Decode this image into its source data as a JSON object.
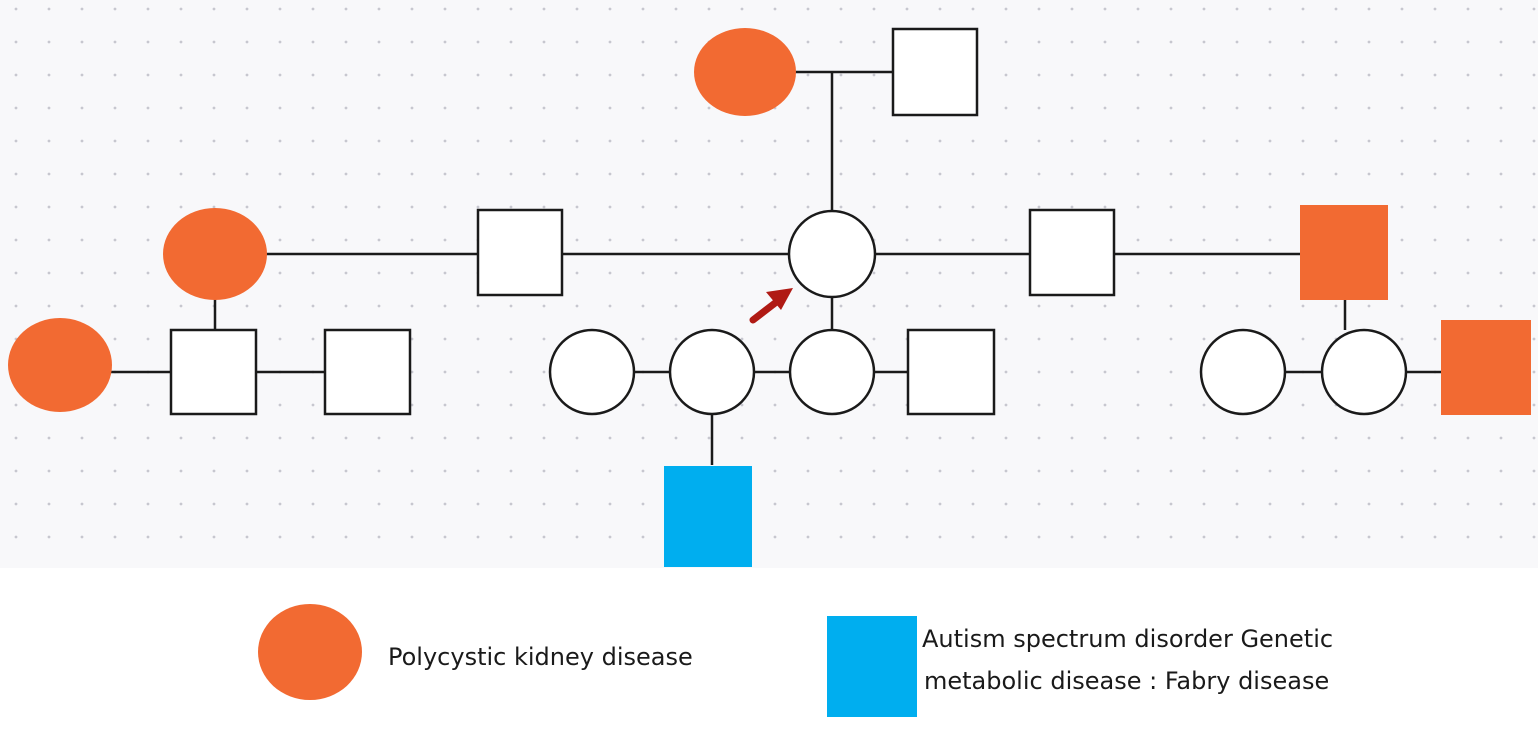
{
  "colors": {
    "affected_pkd": "#f26a32",
    "affected_asd": "#00aeef",
    "unaffected": "#ffffff",
    "line": "#1a1a1a",
    "proband_arrow": "#b01a14",
    "grid_background": "#f8f8fa",
    "grid_dot": "#c7c7cf"
  },
  "legend": {
    "pkd": {
      "label": "Polycystic kidney disease",
      "swatch_shape": "circle",
      "icon": "orange-circle"
    },
    "asd": {
      "lines": [
        "Autism spectrum disorder Genetic",
        "metabolic disease : Fabry disease"
      ],
      "swatch_shape": "square",
      "icon": "blue-square"
    }
  },
  "pedigree": {
    "individuals": [
      {
        "id": "grandmother",
        "sex": "female",
        "status": "pkd"
      },
      {
        "id": "grandfather",
        "sex": "male",
        "status": "unaffected"
      },
      {
        "id": "proband",
        "sex": "female",
        "status": "unaffected",
        "proband": true
      },
      {
        "id": "partner-1",
        "sex": "male",
        "status": "unaffected"
      },
      {
        "id": "partner-1-mother",
        "sex": "female",
        "status": "pkd"
      },
      {
        "id": "partner-1-brother",
        "sex": "male",
        "status": "unaffected"
      },
      {
        "id": "partner-1-brother-wife",
        "sex": "female",
        "status": "pkd"
      },
      {
        "id": "partner-1-brother-2",
        "sex": "male",
        "status": "unaffected"
      },
      {
        "id": "partner-2",
        "sex": "male",
        "status": "unaffected"
      },
      {
        "id": "partner-3",
        "sex": "male",
        "status": "pkd"
      },
      {
        "id": "daughter-1",
        "sex": "female",
        "status": "unaffected"
      },
      {
        "id": "daughter-2",
        "sex": "female",
        "status": "unaffected"
      },
      {
        "id": "daughter-3",
        "sex": "female",
        "status": "unaffected"
      },
      {
        "id": "son-1",
        "sex": "male",
        "status": "unaffected"
      },
      {
        "id": "grandson",
        "sex": "male",
        "status": "asd"
      },
      {
        "id": "right-daughter-1",
        "sex": "female",
        "status": "unaffected"
      },
      {
        "id": "right-daughter-2",
        "sex": "female",
        "status": "unaffected"
      },
      {
        "id": "right-partner",
        "sex": "male",
        "status": "pkd"
      }
    ]
  }
}
